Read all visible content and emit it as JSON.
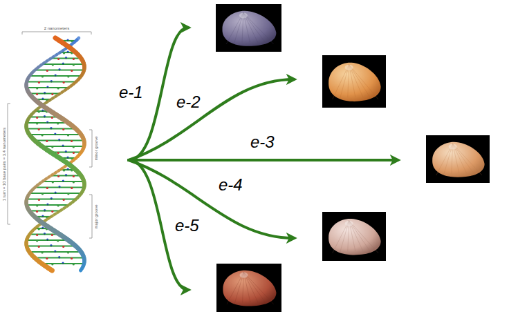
{
  "diagram": {
    "labels": [
      "2 nanometers",
      "1 turn = 10 base pairs = 3.4 nanometers",
      "minor groove",
      "major groove",
      "e-1",
      "e-2",
      "e-3",
      "e-4",
      "e-5"
    ]
  }
}
